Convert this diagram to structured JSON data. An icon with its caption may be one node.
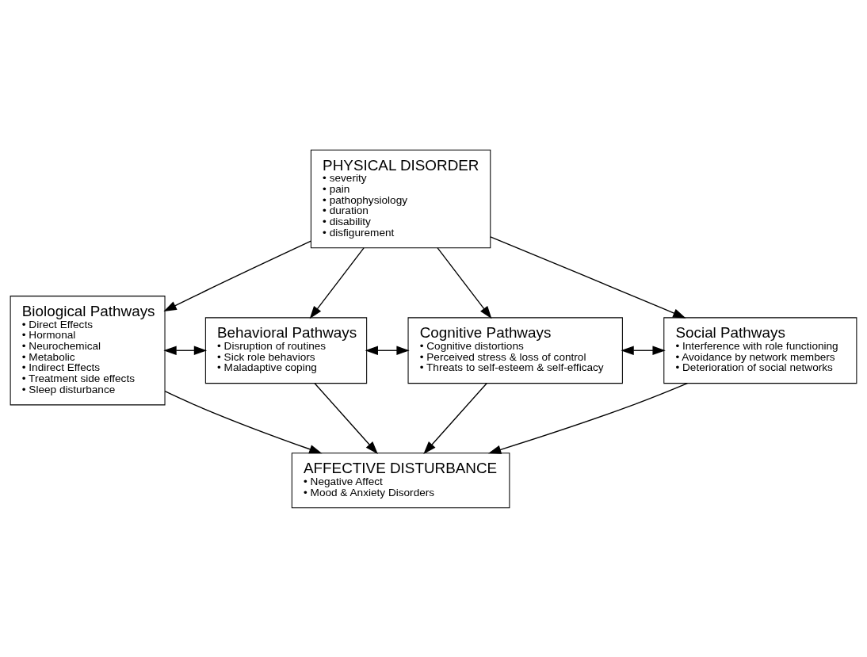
{
  "diagram": {
    "nodes": [
      {
        "text": [
          "PHYSICAL DISORDER",
          "• severity",
          "• pain",
          "• pathophysiology",
          "• duration",
          "• disability",
          "• disfigurement"
        ]
      },
      {
        "text": [
          "Biological Pathways",
          "• Direct Effects",
          "• Hormonal",
          "• Neurochemical",
          "• Metabolic",
          "• Indirect Effects",
          "• Treatment side effects",
          "• Sleep disturbance"
        ]
      },
      {
        "text": [
          "Behavioral Pathways",
          "• Disruption of routines",
          "• Sick role behaviors",
          "• Maladaptive coping"
        ]
      },
      {
        "text": [
          "Cognitive Pathways",
          "• Cognitive distortions",
          "• Perceived stress & loss of control",
          "• Threats to self-esteem & self-efficacy"
        ]
      },
      {
        "text": [
          "Social Pathways",
          "• Interference with role functioning",
          "• Avoidance by network members",
          "• Deterioration of social networks"
        ]
      },
      {
        "text": [
          "AFFECTIVE DISTURBANCE",
          "• Negative Affect",
          "• Mood & Anxiety Disorders"
        ]
      }
    ],
    "edges": [
      {
        "from": 0,
        "to": 1,
        "arrow": "to"
      },
      {
        "from": 0,
        "to": 2,
        "arrow": "to"
      },
      {
        "from": 0,
        "to": 3,
        "arrow": "to"
      },
      {
        "from": 0,
        "to": 4,
        "arrow": "to"
      },
      {
        "from": 1,
        "to": 2,
        "arrow": "both"
      },
      {
        "from": 2,
        "to": 3,
        "arrow": "both"
      },
      {
        "from": 3,
        "to": 4,
        "arrow": "both"
      },
      {
        "from": 1,
        "to": 5,
        "arrow": "to"
      },
      {
        "from": 2,
        "to": 5,
        "arrow": "to"
      },
      {
        "from": 3,
        "to": 5,
        "arrow": "to"
      },
      {
        "from": 4,
        "to": 5,
        "arrow": "to"
      }
    ]
  }
}
